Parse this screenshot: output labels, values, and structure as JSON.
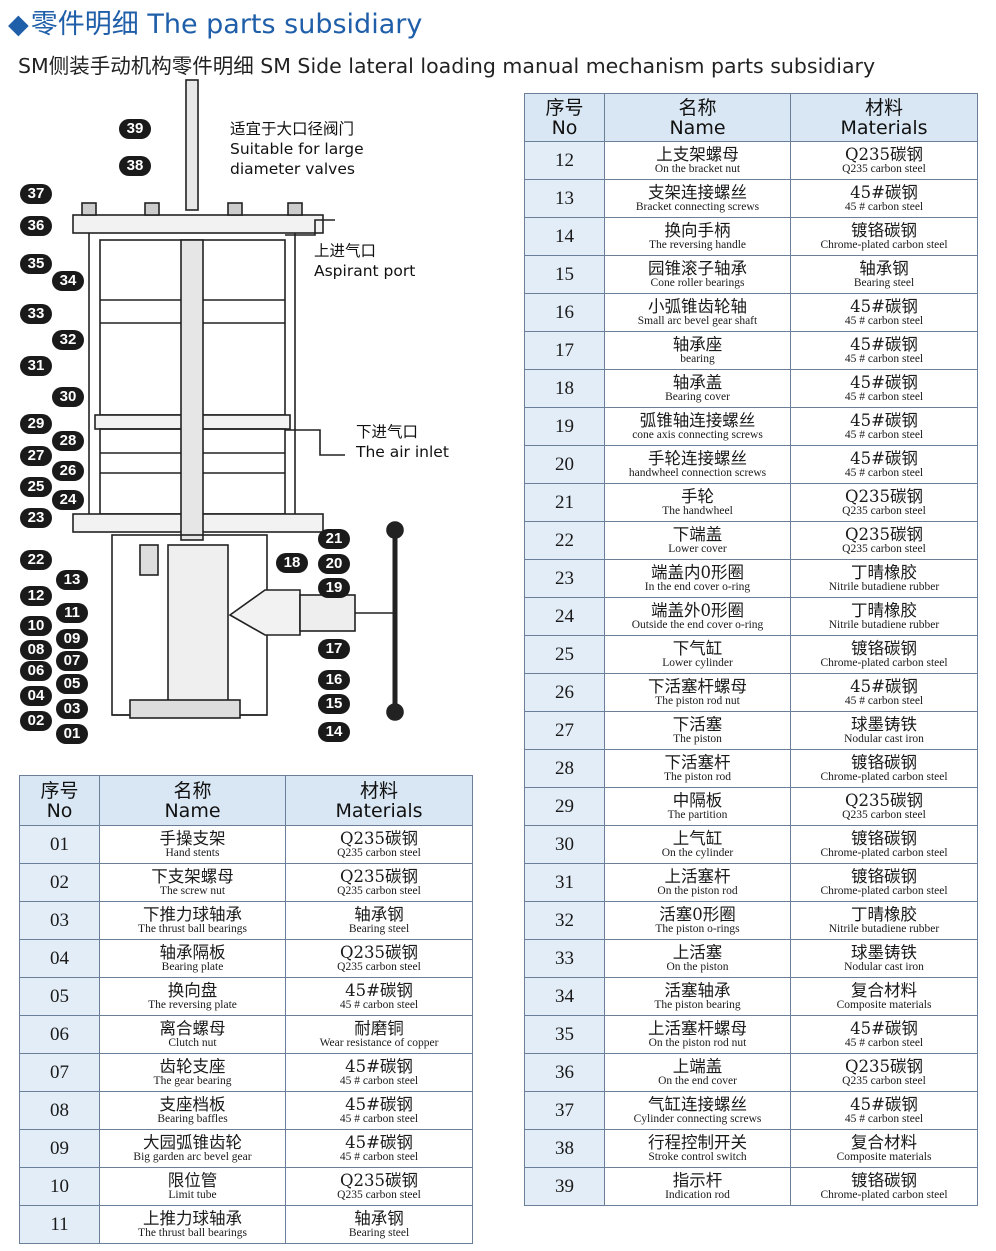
{
  "header": {
    "diamond": "◆",
    "title": "零件明细 The parts subsidiary",
    "subtitle": "SM侧装手动机构零件明细 SM Side lateral loading manual mechanism parts subsidiary"
  },
  "diagram": {
    "notes": {
      "top": "适宜于大口径阀门",
      "top_en_1": "Suitable for large",
      "top_en_2": "diameter valves",
      "upper_zh": "上进气口",
      "upper_en": "Aspirant port",
      "lower_zh": "下进气口",
      "lower_en": "The air inlet"
    },
    "left_labels": [
      "37",
      "36",
      "35",
      "34",
      "33",
      "32",
      "31",
      "30",
      "29",
      "28",
      "27",
      "26",
      "25",
      "24",
      "23",
      "22",
      "13",
      "12",
      "11",
      "10",
      "09",
      "08",
      "07",
      "06",
      "05",
      "04",
      "03",
      "02",
      "01"
    ],
    "top_labels": [
      "39",
      "38"
    ],
    "right_labels": [
      "21",
      "20",
      "18",
      "19",
      "17",
      "16",
      "15",
      "14"
    ]
  },
  "table_headers": {
    "no_zh": "序号",
    "no_en": "No",
    "name_zh": "名称",
    "name_en": "Name",
    "mat_zh": "材料",
    "mat_en": "Materials"
  },
  "left_rows": [
    {
      "no": "01",
      "name_zh": "手操支架",
      "name_en": "Hand stents",
      "mat_zh": "Q235碳钢",
      "mat_en": "Q235 carbon steel"
    },
    {
      "no": "02",
      "name_zh": "下支架螺母",
      "name_en": "The screw nut",
      "mat_zh": "Q235碳钢",
      "mat_en": "Q235 carbon steel"
    },
    {
      "no": "03",
      "name_zh": "下推力球轴承",
      "name_en": "The thrust ball bearings",
      "mat_zh": "轴承钢",
      "mat_en": "Bearing steel"
    },
    {
      "no": "04",
      "name_zh": "轴承隔板",
      "name_en": "Bearing plate",
      "mat_zh": "Q235碳钢",
      "mat_en": "Q235 carbon steel"
    },
    {
      "no": "05",
      "name_zh": "换向盘",
      "name_en": "The reversing plate",
      "mat_zh": "45#碳钢",
      "mat_en": "45 # carbon steel"
    },
    {
      "no": "06",
      "name_zh": "离合螺母",
      "name_en": "Clutch nut",
      "mat_zh": "耐磨铜",
      "mat_en": "Wear resistance of copper"
    },
    {
      "no": "07",
      "name_zh": "齿轮支座",
      "name_en": "The gear bearing",
      "mat_zh": "45#碳钢",
      "mat_en": "45 # carbon steel"
    },
    {
      "no": "08",
      "name_zh": "支座档板",
      "name_en": "Bearing baffles",
      "mat_zh": "45#碳钢",
      "mat_en": "45 # carbon steel"
    },
    {
      "no": "09",
      "name_zh": "大园弧锥齿轮",
      "name_en": "Big garden arc bevel gear",
      "mat_zh": "45#碳钢",
      "mat_en": "45 # carbon steel"
    },
    {
      "no": "10",
      "name_zh": "限位管",
      "name_en": "Limit tube",
      "mat_zh": "Q235碳钢",
      "mat_en": "Q235 carbon steel"
    },
    {
      "no": "11",
      "name_zh": "上推力球轴承",
      "name_en": "The thrust ball bearings",
      "mat_zh": "轴承钢",
      "mat_en": "Bearing steel"
    }
  ],
  "right_rows": [
    {
      "no": "12",
      "name_zh": "上支架螺母",
      "name_en": "On the bracket nut",
      "mat_zh": "Q235碳钢",
      "mat_en": "Q235 carbon steel"
    },
    {
      "no": "13",
      "name_zh": "支架连接螺丝",
      "name_en": "Bracket connecting screws",
      "mat_zh": "45#碳钢",
      "mat_en": "45 # carbon steel"
    },
    {
      "no": "14",
      "name_zh": "换向手柄",
      "name_en": "The reversing handle",
      "mat_zh": "镀铬碳钢",
      "mat_en": "Chrome-plated carbon steel"
    },
    {
      "no": "15",
      "name_zh": "园锥滚子轴承",
      "name_en": "Cone roller bearings",
      "mat_zh": "轴承钢",
      "mat_en": "Bearing steel"
    },
    {
      "no": "16",
      "name_zh": "小弧锥齿轮轴",
      "name_en": "Small arc bevel gear shaft",
      "mat_zh": "45#碳钢",
      "mat_en": "45 # carbon steel"
    },
    {
      "no": "17",
      "name_zh": "轴承座",
      "name_en": "bearing",
      "mat_zh": "45#碳钢",
      "mat_en": "45 # carbon steel"
    },
    {
      "no": "18",
      "name_zh": "轴承盖",
      "name_en": "Bearing cover",
      "mat_zh": "45#碳钢",
      "mat_en": "45 # carbon steel"
    },
    {
      "no": "19",
      "name_zh": "弧锥轴连接螺丝",
      "name_en": "cone axis connecting screws",
      "mat_zh": "45#碳钢",
      "mat_en": "45 # carbon steel"
    },
    {
      "no": "20",
      "name_zh": "手轮连接螺丝",
      "name_en": "handwheel connection screws",
      "mat_zh": "45#碳钢",
      "mat_en": "45 # carbon steel"
    },
    {
      "no": "21",
      "name_zh": "手轮",
      "name_en": "The handwheel",
      "mat_zh": "Q235碳钢",
      "mat_en": "Q235 carbon steel"
    },
    {
      "no": "22",
      "name_zh": "下端盖",
      "name_en": "Lower cover",
      "mat_zh": "Q235碳钢",
      "mat_en": "Q235 carbon steel"
    },
    {
      "no": "23",
      "name_zh": "端盖内0形圈",
      "name_en": "In the end cover o-ring",
      "mat_zh": "丁晴橡胶",
      "mat_en": "Nitrile butadiene rubber"
    },
    {
      "no": "24",
      "name_zh": "端盖外0形圈",
      "name_en": "Outside the end cover o-ring",
      "mat_zh": "丁晴橡胶",
      "mat_en": "Nitrile butadiene rubber"
    },
    {
      "no": "25",
      "name_zh": "下气缸",
      "name_en": "Lower cylinder",
      "mat_zh": "镀铬碳钢",
      "mat_en": "Chrome-plated carbon steel"
    },
    {
      "no": "26",
      "name_zh": "下活塞杆螺母",
      "name_en": "The piston rod nut",
      "mat_zh": "45#碳钢",
      "mat_en": "45 # carbon steel"
    },
    {
      "no": "27",
      "name_zh": "下活塞",
      "name_en": "The piston",
      "mat_zh": "球墨铸铁",
      "mat_en": "Nodular cast iron"
    },
    {
      "no": "28",
      "name_zh": "下活塞杆",
      "name_en": "The piston rod",
      "mat_zh": "镀铬碳钢",
      "mat_en": "Chrome-plated carbon steel"
    },
    {
      "no": "29",
      "name_zh": "中隔板",
      "name_en": "The partition",
      "mat_zh": "Q235碳钢",
      "mat_en": "Q235 carbon steel"
    },
    {
      "no": "30",
      "name_zh": "上气缸",
      "name_en": "On the cylinder",
      "mat_zh": "镀铬碳钢",
      "mat_en": "Chrome-plated carbon steel"
    },
    {
      "no": "31",
      "name_zh": "上活塞杆",
      "name_en": "On the piston rod",
      "mat_zh": "镀铬碳钢",
      "mat_en": "Chrome-plated carbon steel"
    },
    {
      "no": "32",
      "name_zh": "活塞0形圈",
      "name_en": "The piston o-rings",
      "mat_zh": "丁晴橡胶",
      "mat_en": "Nitrile butadiene rubber"
    },
    {
      "no": "33",
      "name_zh": "上活塞",
      "name_en": "On the piston",
      "mat_zh": "球墨铸铁",
      "mat_en": "Nodular cast iron"
    },
    {
      "no": "34",
      "name_zh": "活塞轴承",
      "name_en": "The piston bearing",
      "mat_zh": "复合材料",
      "mat_en": "Composite materials"
    },
    {
      "no": "35",
      "name_zh": "上活塞杆螺母",
      "name_en": "On the piston rod nut",
      "mat_zh": "45#碳钢",
      "mat_en": "45 # carbon steel"
    },
    {
      "no": "36",
      "name_zh": "上端盖",
      "name_en": "On the end cover",
      "mat_zh": "Q235碳钢",
      "mat_en": "Q235 carbon steel"
    },
    {
      "no": "37",
      "name_zh": "气缸连接螺丝",
      "name_en": "Cylinder connecting screws",
      "mat_zh": "45#碳钢",
      "mat_en": "45 # carbon steel"
    },
    {
      "no": "38",
      "name_zh": "行程控制开关",
      "name_en": "Stroke control switch",
      "mat_zh": "复合材料",
      "mat_en": "Composite materials"
    },
    {
      "no": "39",
      "name_zh": "指示杆",
      "name_en": "Indication rod",
      "mat_zh": "镀铬碳钢",
      "mat_en": "Chrome-plated carbon steel"
    }
  ]
}
